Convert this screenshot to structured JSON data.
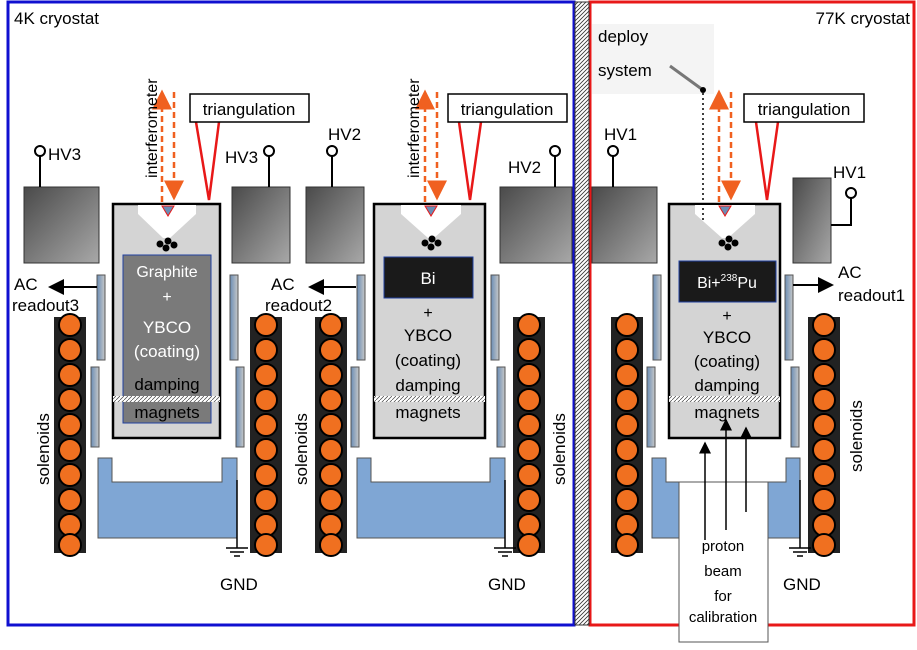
{
  "cryostats": {
    "left_title": "4K cryostat",
    "right_title": "77K cryostat"
  },
  "labels": {
    "deploy": "deploy",
    "system": "system",
    "interferometer": "interferometer",
    "triangulation": "triangulation",
    "solenoids": "solenoids",
    "gnd": "GND",
    "ac": "AC",
    "readout1": "readout1",
    "readout2": "readout2",
    "readout3": "readout3",
    "hv1": "HV1",
    "hv2": "HV2",
    "hv3": "HV3",
    "plus": "+",
    "ybco": "YBCO",
    "coating": "(coating)",
    "damping": "damping",
    "magnets": "magnets"
  },
  "samples": {
    "left": "Graphite",
    "middle": "Bi",
    "right_prefix": "Bi+",
    "right_sup": "238",
    "right_suffix": "Pu"
  },
  "beam": {
    "line1": "proton",
    "line2": "beam",
    "line3": "for",
    "line4": "calibration"
  },
  "colors": {
    "blue_border": "#1010d0",
    "red_border": "#e81818",
    "coil_orange": "#f07020",
    "laser_orange": "#f06020",
    "water_blue": "#7fa6d4",
    "chamber_gray": "#d4d4d4"
  }
}
